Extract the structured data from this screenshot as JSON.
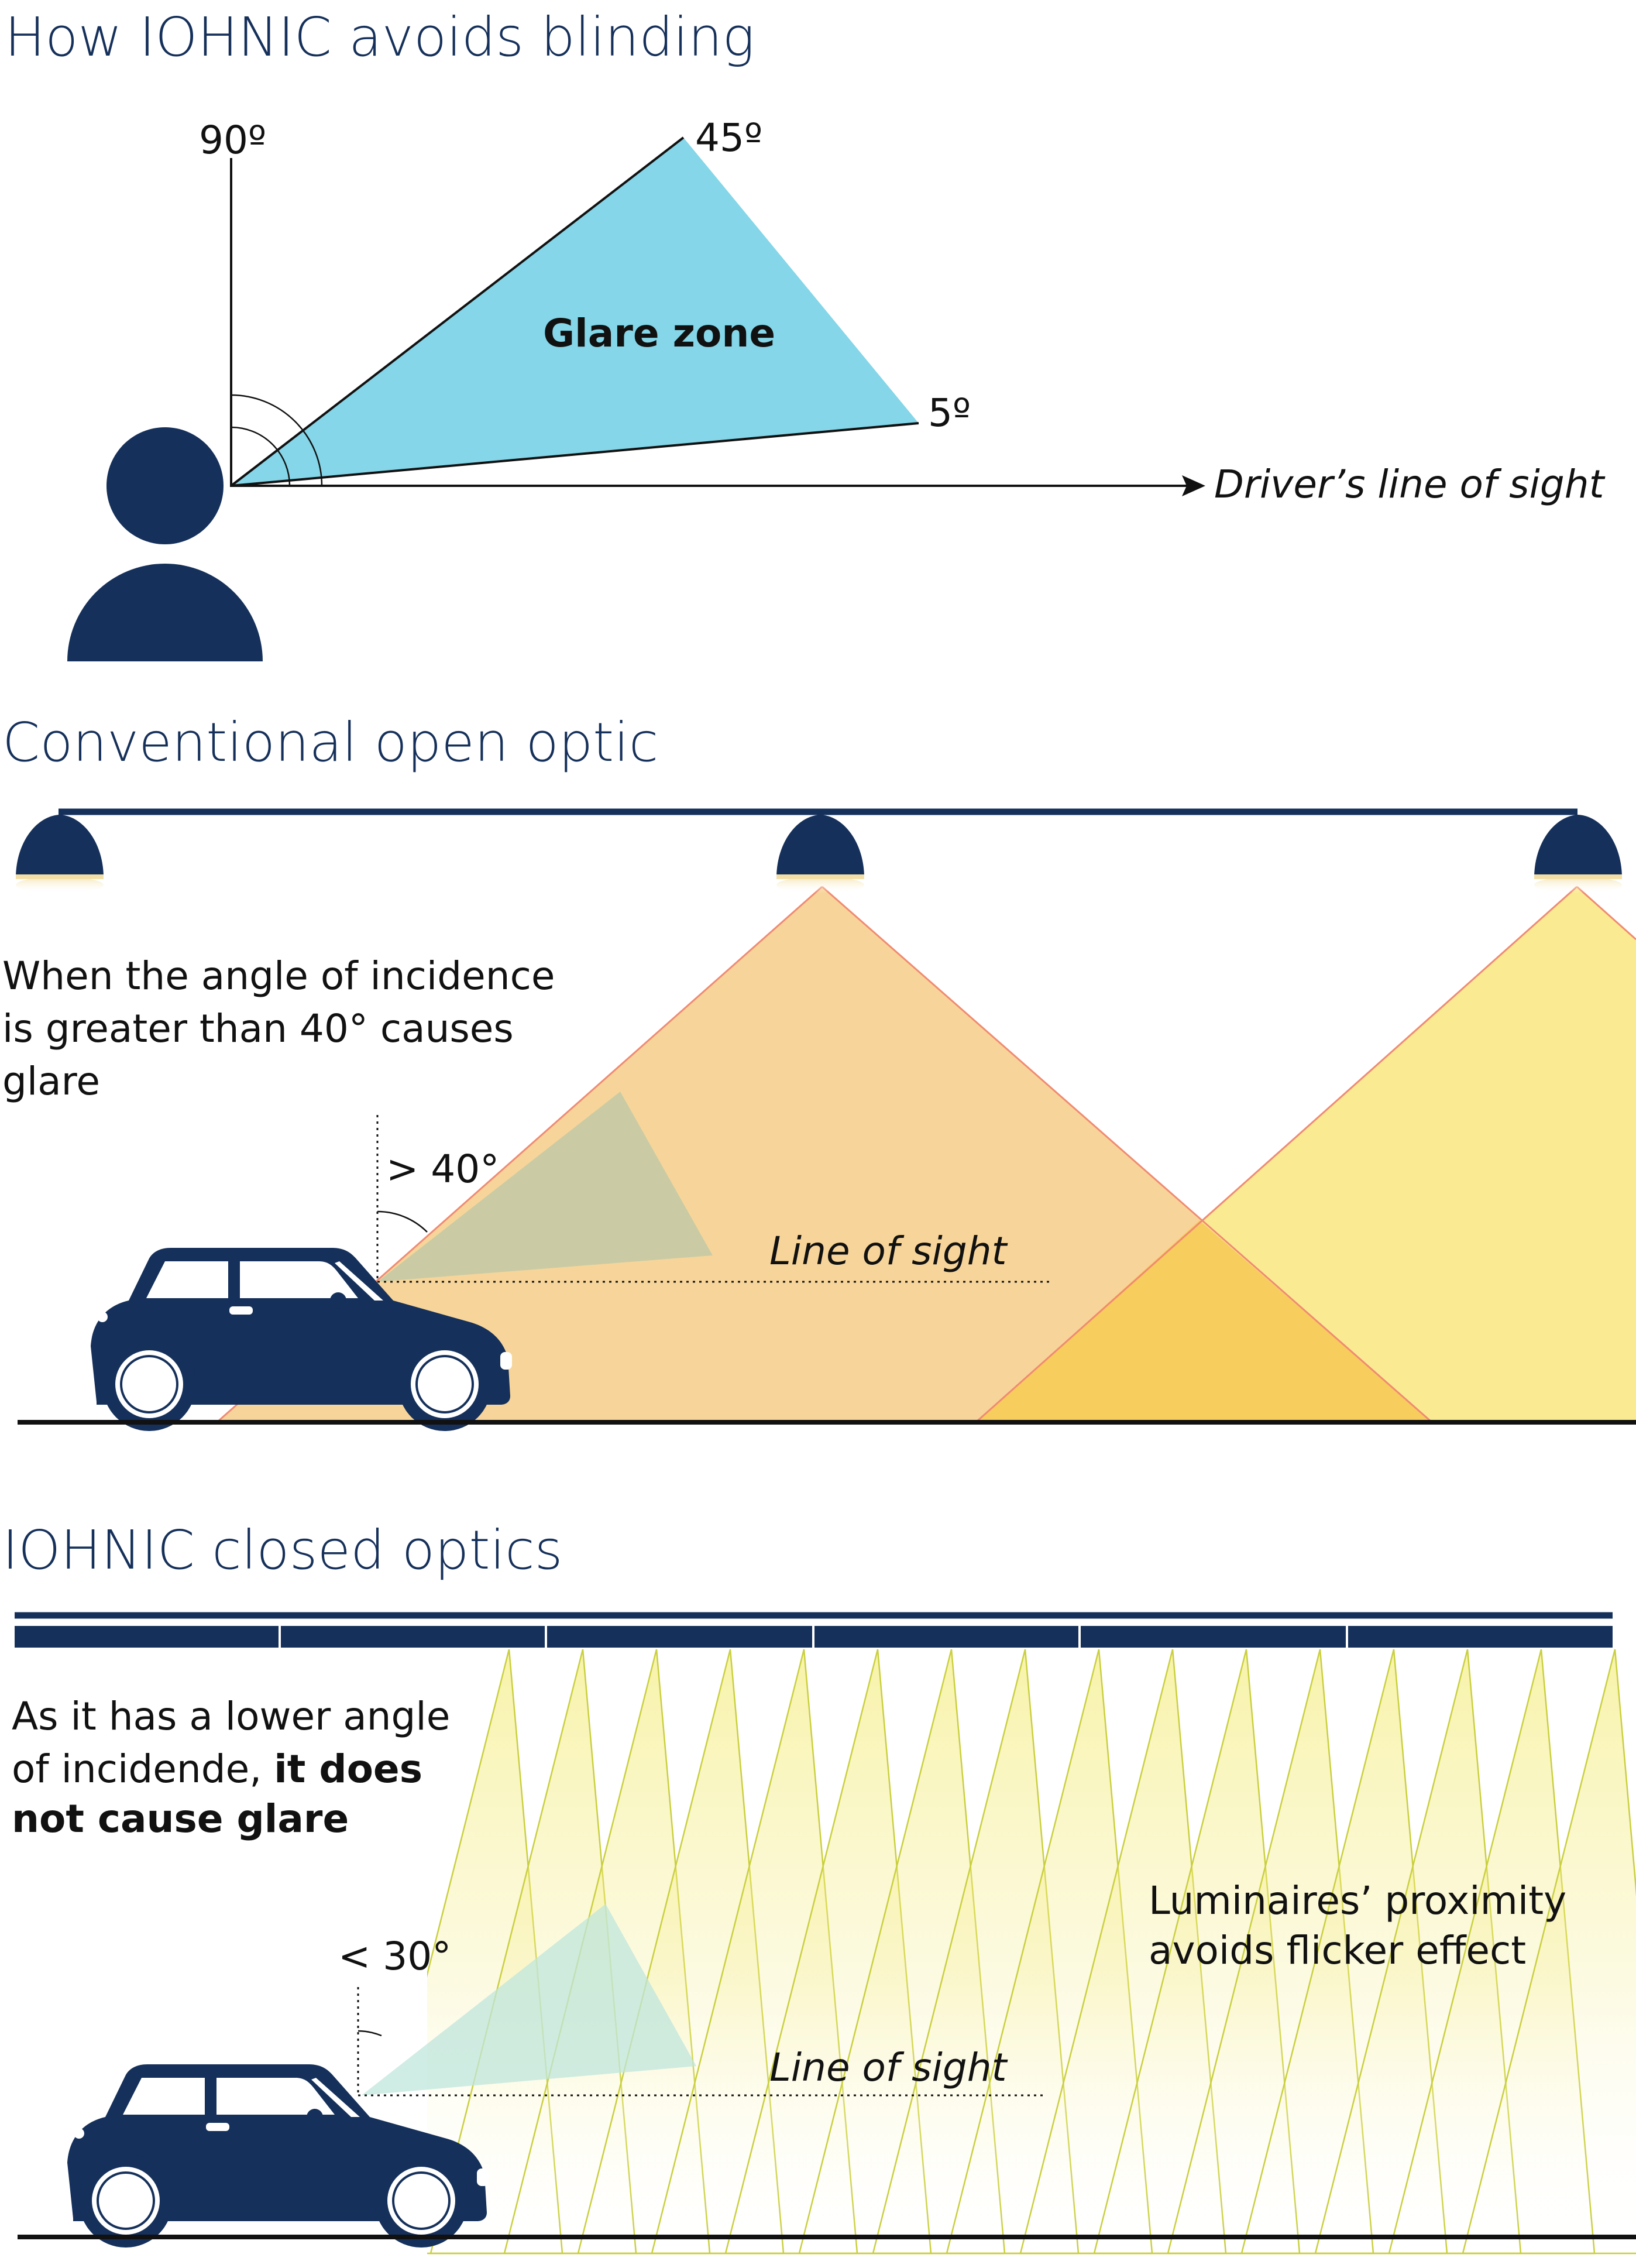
{
  "section1": {
    "title": "How IOHNIC avoids blinding",
    "angle_90": "90º",
    "angle_45": "45º",
    "angle_5": "5º",
    "glare_zone": "Glare zone",
    "line_of_sight": "Driver’s line of sight"
  },
  "section2": {
    "title": "Conventional open optic",
    "description_lines": [
      "When the angle of incidence",
      "is greater than 40° causes",
      "glare"
    ],
    "angle_label": "> 40°",
    "line_of_sight": "Line of sight"
  },
  "section3": {
    "title": "IOHNIC closed optics",
    "description_line1": "As it has a lower angle",
    "description_line2_normal": "of incidende, ",
    "description_line2_bold": "it does",
    "description_line3_bold": "not cause glare",
    "angle_label": "< 30°",
    "proximity_lines": [
      "Luminaires’ proximity",
      "avoids flicker effect"
    ],
    "line_of_sight": "Line of sight"
  },
  "colors": {
    "navy": "#15305a",
    "glare_blue": "#84d6e8",
    "orange_light": "#f7d59a",
    "yellow_light": "#faeb93",
    "overlap": "#f7cd5d",
    "beam_line": "#f08a72"
  }
}
